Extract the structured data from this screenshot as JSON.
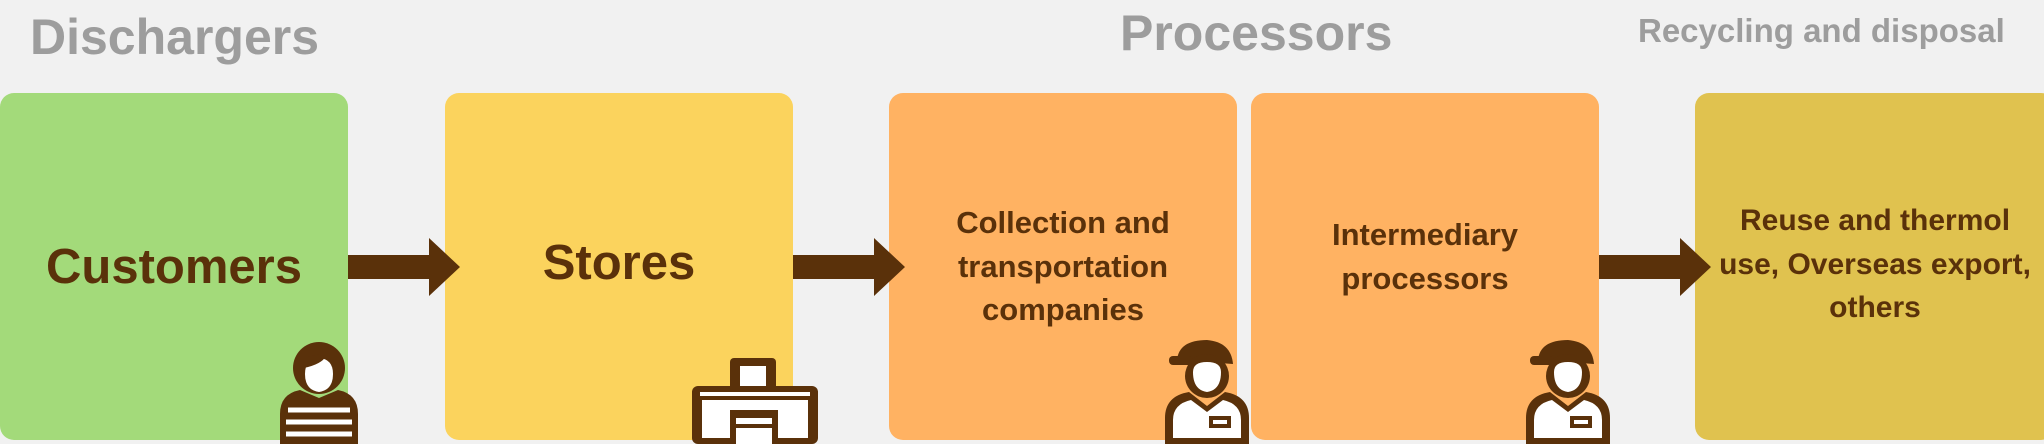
{
  "sections": {
    "dischargers": "Dischargers",
    "processors": "Processors",
    "recycling": "Recycling and disposal"
  },
  "boxes": {
    "customers": "Customers",
    "stores": "Stores",
    "collection": "Collection and transportation companies",
    "intermediary": "Intermediary processors",
    "reuse": "Reuse and thermol use,  Overseas export, others"
  },
  "colors": {
    "background": "#f1f1f1",
    "customers": "#a3da7a",
    "stores": "#fbd35d",
    "processors": "#ffb262",
    "reuse": "#e0c24f",
    "ink": "#5a310a",
    "section_title": "#9d9d9d"
  },
  "icons": {
    "customer": "person-striped-shirt-icon",
    "store": "storefront-icon",
    "collector": "worker-with-cap-icon",
    "processor": "worker-with-cap-icon"
  }
}
